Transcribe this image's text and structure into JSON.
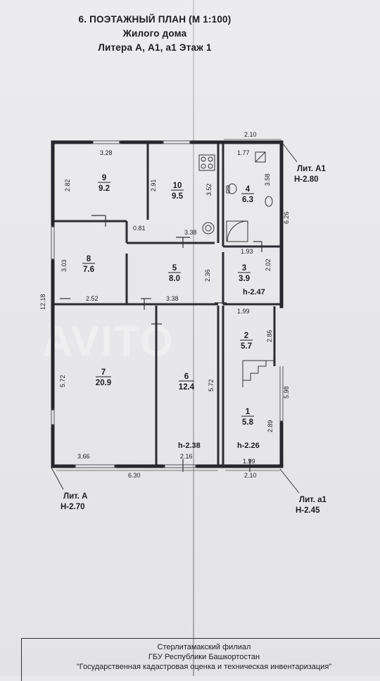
{
  "header": {
    "title": "6. ПОЭТАЖНЫЙ ПЛАН (М 1:100)",
    "subtitle": "Жилого дома",
    "floor_line": "Литера А, А1, а1 Этаж 1"
  },
  "rooms": [
    {
      "id": "r9",
      "num": "9",
      "area": "9.2"
    },
    {
      "id": "r10",
      "num": "10",
      "area": "9.5"
    },
    {
      "id": "r4",
      "num": "4",
      "area": "6.3"
    },
    {
      "id": "r8",
      "num": "8",
      "area": "7.6"
    },
    {
      "id": "r5",
      "num": "5",
      "area": "8.0"
    },
    {
      "id": "r3",
      "num": "3",
      "area": "3.9"
    },
    {
      "id": "r2",
      "num": "2",
      "area": "5.7"
    },
    {
      "id": "r7",
      "num": "7",
      "area": "20.9"
    },
    {
      "id": "r6",
      "num": "6",
      "area": "12.4"
    },
    {
      "id": "r1",
      "num": "1",
      "area": "5.8"
    }
  ],
  "dimensions": {
    "d328": "3.28",
    "d282": "2.82",
    "d291": "2.91",
    "d352": "3.52",
    "d081": "0.81",
    "d338a": "3.38",
    "d177": "1.77",
    "d358": "3.58",
    "d210top": "2.10",
    "d626": "6.26",
    "d193": "1.93",
    "d202": "2.02",
    "d303": "3.03",
    "d236": "2.36",
    "d252": "2.52",
    "d338b": "3.38",
    "d199a": "1.99",
    "d1218": "12.18",
    "d286": "2.86",
    "d572a": "5.72",
    "d572b": "5.72",
    "d598": "5.98",
    "d289": "2.89",
    "d366": "3.66",
    "d216": "2.16",
    "d199b": "1.99",
    "d630": "6.30",
    "d210bot": "2.10"
  },
  "heights": {
    "h247": "h-2.47",
    "h238": "h-2.38",
    "h226": "h-2.26"
  },
  "litera": {
    "a1_label": "Лит. А1",
    "a1_height": "Н-2.80",
    "a_label": "Лит. А",
    "a_height": "Н-2.70",
    "a1s_label": "Лит. а1",
    "a1s_height": "Н-2.45"
  },
  "footer": {
    "line1": "Стерлитамакский филиал",
    "line2": "ГБУ Республики Башкортостан",
    "line3": "\"Государственная кадастровая оценка и техническая инвентаризация\""
  },
  "watermark": "AVITO"
}
